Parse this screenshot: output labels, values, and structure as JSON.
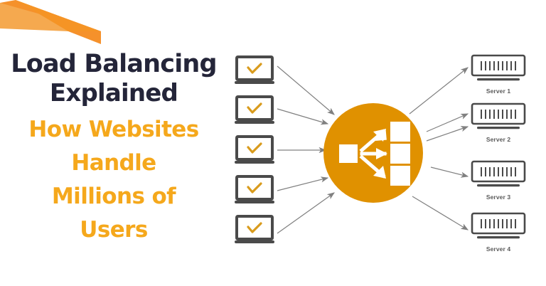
{
  "meta": {
    "accent_orange": "#F5A81C",
    "logo_orange": "#F5912B",
    "logo_orange_light": "#F5A94F",
    "title_navy": "#242539",
    "icon_gray": "#4a4a4a",
    "arrow_gray": "#808080",
    "circle_orange": "#E09100",
    "background": "#FFFFFF"
  },
  "logo": {
    "name": "brand-ribbon"
  },
  "headline": {
    "lines": [
      "Load Balancing",
      "Explained"
    ]
  },
  "subheadline": {
    "lines": [
      "How Websites",
      "Handle",
      "Millions of",
      "Users"
    ]
  },
  "diagram": {
    "clients": [
      {
        "icon": "laptop-check-icon",
        "label": ""
      },
      {
        "icon": "laptop-check-icon",
        "label": ""
      },
      {
        "icon": "laptop-check-icon",
        "label": ""
      },
      {
        "icon": "laptop-check-icon",
        "label": ""
      },
      {
        "icon": "laptop-check-icon",
        "label": ""
      }
    ],
    "balancer": {
      "icon": "load-balancer-icon",
      "label": ""
    },
    "servers": [
      {
        "icon": "server-rack-icon",
        "label": "Server 1"
      },
      {
        "icon": "server-rack-icon",
        "label": "Server 2"
      },
      {
        "icon": "server-rack-icon",
        "label": "Server 3"
      },
      {
        "icon": "server-rack-icon",
        "label": "Server 4"
      }
    ]
  }
}
